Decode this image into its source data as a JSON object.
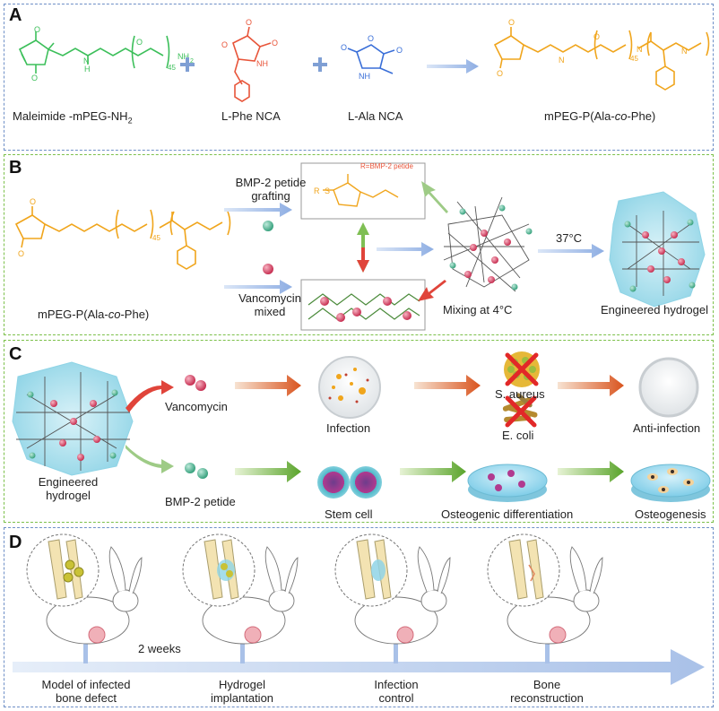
{
  "panels": {
    "a": "A",
    "b": "B",
    "c": "C",
    "d": "D"
  },
  "panel_a": {
    "reagent1": "Maleimide -mPEG-NH",
    "reagent1_sub": "2",
    "reagent2": "L-Phe NCA",
    "reagent3": "L-Ala NCA",
    "product_pre": "mPEG-P(Ala-",
    "product_co": "co",
    "product_post": "-Phe)",
    "n45": "45"
  },
  "panel_b": {
    "polymer_pre": "mPEG-P(Ala-",
    "polymer_co": "co",
    "polymer_post": "-Phe)",
    "grafting_l1": "BMP-2 petide",
    "grafting_l2": "grafting",
    "vanco_l1": "Vancomycin",
    "vanco_l2": "mixed",
    "r_label": "R=BMP-2 petide",
    "r_s": "R",
    "s_label": "S",
    "mixing": "Mixing at 4°C",
    "temp": "37°C",
    "hydrogel": "Engineered hydrogel"
  },
  "panel_c": {
    "hydrogel_l1": "Engineered",
    "hydrogel_l2": "hydrogel",
    "vancomycin": "Vancomycin",
    "bmp2": "BMP-2 petide",
    "infection": "Infection",
    "s_aureus": "S. aureus",
    "e_coli": "E. coli",
    "anti_infection": "Anti-infection",
    "stem_cell": "Stem cell",
    "osteogenic": "Osteogenic differentiation",
    "osteogenesis": "Osteogenesis"
  },
  "panel_d": {
    "weeks": "2 weeks",
    "steps": [
      {
        "l1": "Model of infected",
        "l2": "bone defect"
      },
      {
        "l1": "Hydrogel",
        "l2": "implantation"
      },
      {
        "l1": "Infection",
        "l2": "control"
      },
      {
        "l1": "Bone",
        "l2": "reconstruction"
      }
    ]
  },
  "colors": {
    "green": "#3cbf5a",
    "red": "#e8553a",
    "blue": "#3a6fd8",
    "orange": "#f0a51c",
    "panel_blue": "#6e8fc7",
    "panel_green": "#7cc04a",
    "arrow_blue": "#9bb8e6"
  }
}
